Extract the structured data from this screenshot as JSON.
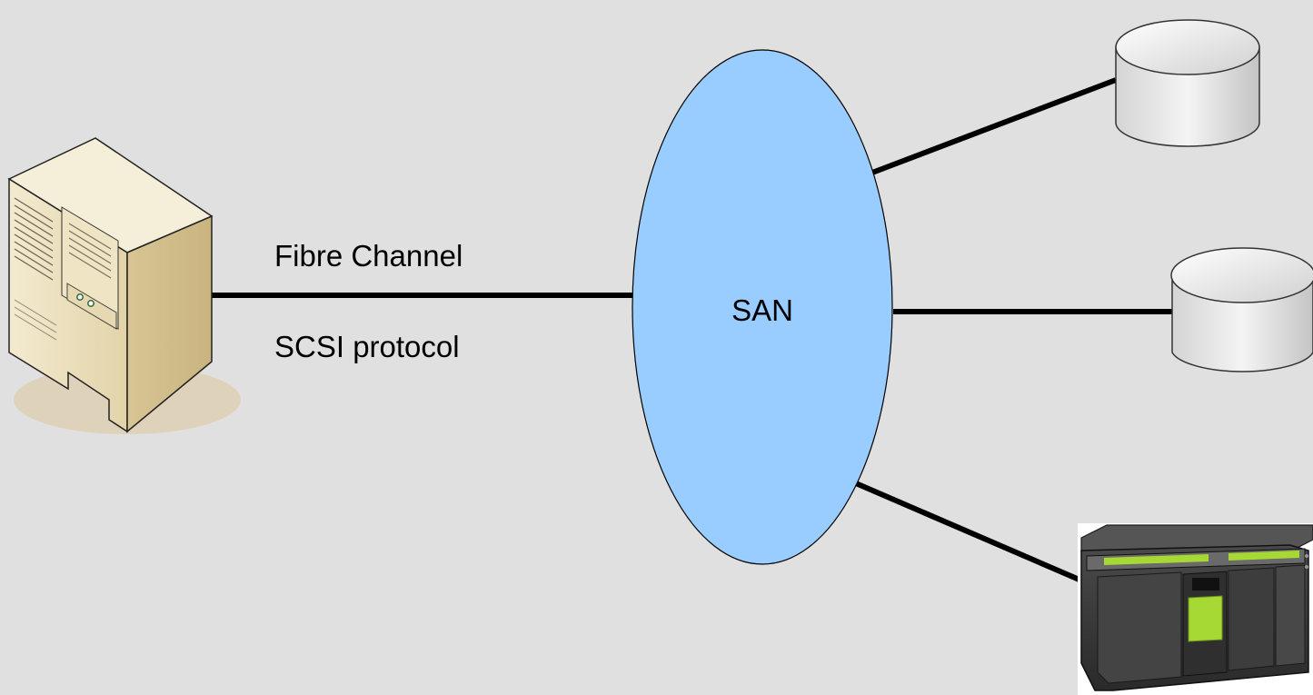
{
  "diagram": {
    "link_label_top": "Fibre Channel",
    "link_label_bottom": "SCSI protocol",
    "network_label": "SAN"
  },
  "colors": {
    "background": "#e0e0e0",
    "san_fill": "#99ccff",
    "connection": "#000000",
    "disk_fill": "#e6e6e6",
    "server_body": "#eadcb6",
    "tape_body": "#3a3a3a",
    "tape_accent": "#a6d933"
  },
  "nodes": {
    "server": "server-icon",
    "network": "san-cloud",
    "disk_1": "disk-icon",
    "disk_2": "disk-icon",
    "tape_library": "tape-library-icon"
  }
}
